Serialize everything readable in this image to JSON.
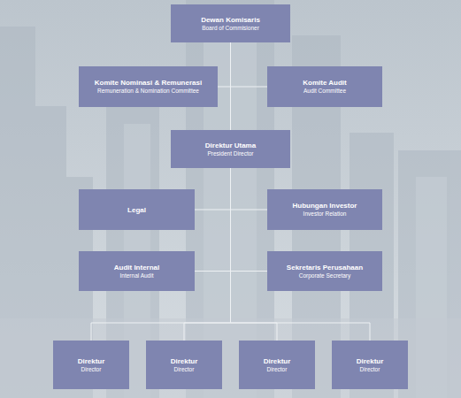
{
  "diagram": {
    "nodes": [
      {
        "text": [
          "Dewan Komisaris",
          "Board of Commisioner"
        ]
      },
      {
        "text": [
          "Komite Nominasi & Remunerasi",
          "Remuneration & Nomination Committee"
        ]
      },
      {
        "text": [
          "Komite Audit",
          "Audit Committee"
        ]
      },
      {
        "text": [
          "Direktur Utama",
          "President Director"
        ]
      },
      {
        "text": [
          "Legal"
        ]
      },
      {
        "text": [
          "Hubungan Investor",
          "Investor Relation"
        ]
      },
      {
        "text": [
          "Audit Internal",
          "Internal Audit"
        ]
      },
      {
        "text": [
          "Sekretaris Perusahaan",
          "Corporate Secretary"
        ]
      },
      {
        "text": [
          "Direktur",
          "Director"
        ]
      },
      {
        "text": [
          "Direktur",
          "Director"
        ]
      },
      {
        "text": [
          "Direktur",
          "Director"
        ]
      },
      {
        "text": [
          "Direktur",
          "Director"
        ]
      }
    ],
    "edges": [
      {
        "from": 0,
        "to": 1,
        "arrow": "none"
      },
      {
        "from": 0,
        "to": 2,
        "arrow": "none"
      },
      {
        "from": 0,
        "to": 3,
        "arrow": "none"
      },
      {
        "from": 3,
        "to": 4,
        "arrow": "none"
      },
      {
        "from": 3,
        "to": 5,
        "arrow": "none"
      },
      {
        "from": 3,
        "to": 6,
        "arrow": "none"
      },
      {
        "from": 3,
        "to": 7,
        "arrow": "none"
      },
      {
        "from": 3,
        "to": 8,
        "arrow": "none"
      },
      {
        "from": 3,
        "to": 9,
        "arrow": "none"
      },
      {
        "from": 3,
        "to": 10,
        "arrow": "none"
      },
      {
        "from": 3,
        "to": 11,
        "arrow": "none"
      }
    ]
  }
}
